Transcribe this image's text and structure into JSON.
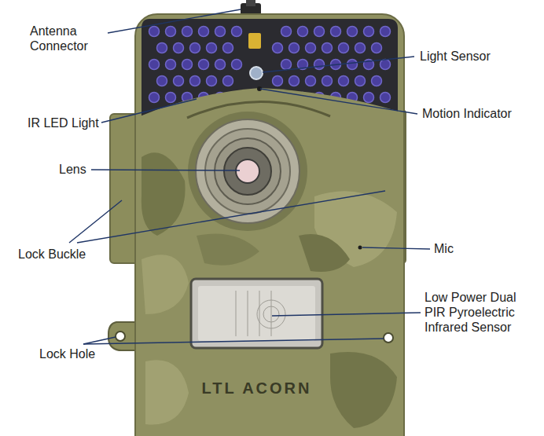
{
  "diagram": {
    "labels": [
      "Antenna Connector",
      "Light Sensor",
      "IR LED Light",
      "Motion Indicator",
      "Lens",
      "Lock Buckle",
      "Mic",
      "Low Power Dual PIR Pyroelectric Infrared Sensor",
      "Lock Hole",
      "LTL ACORN"
    ]
  }
}
